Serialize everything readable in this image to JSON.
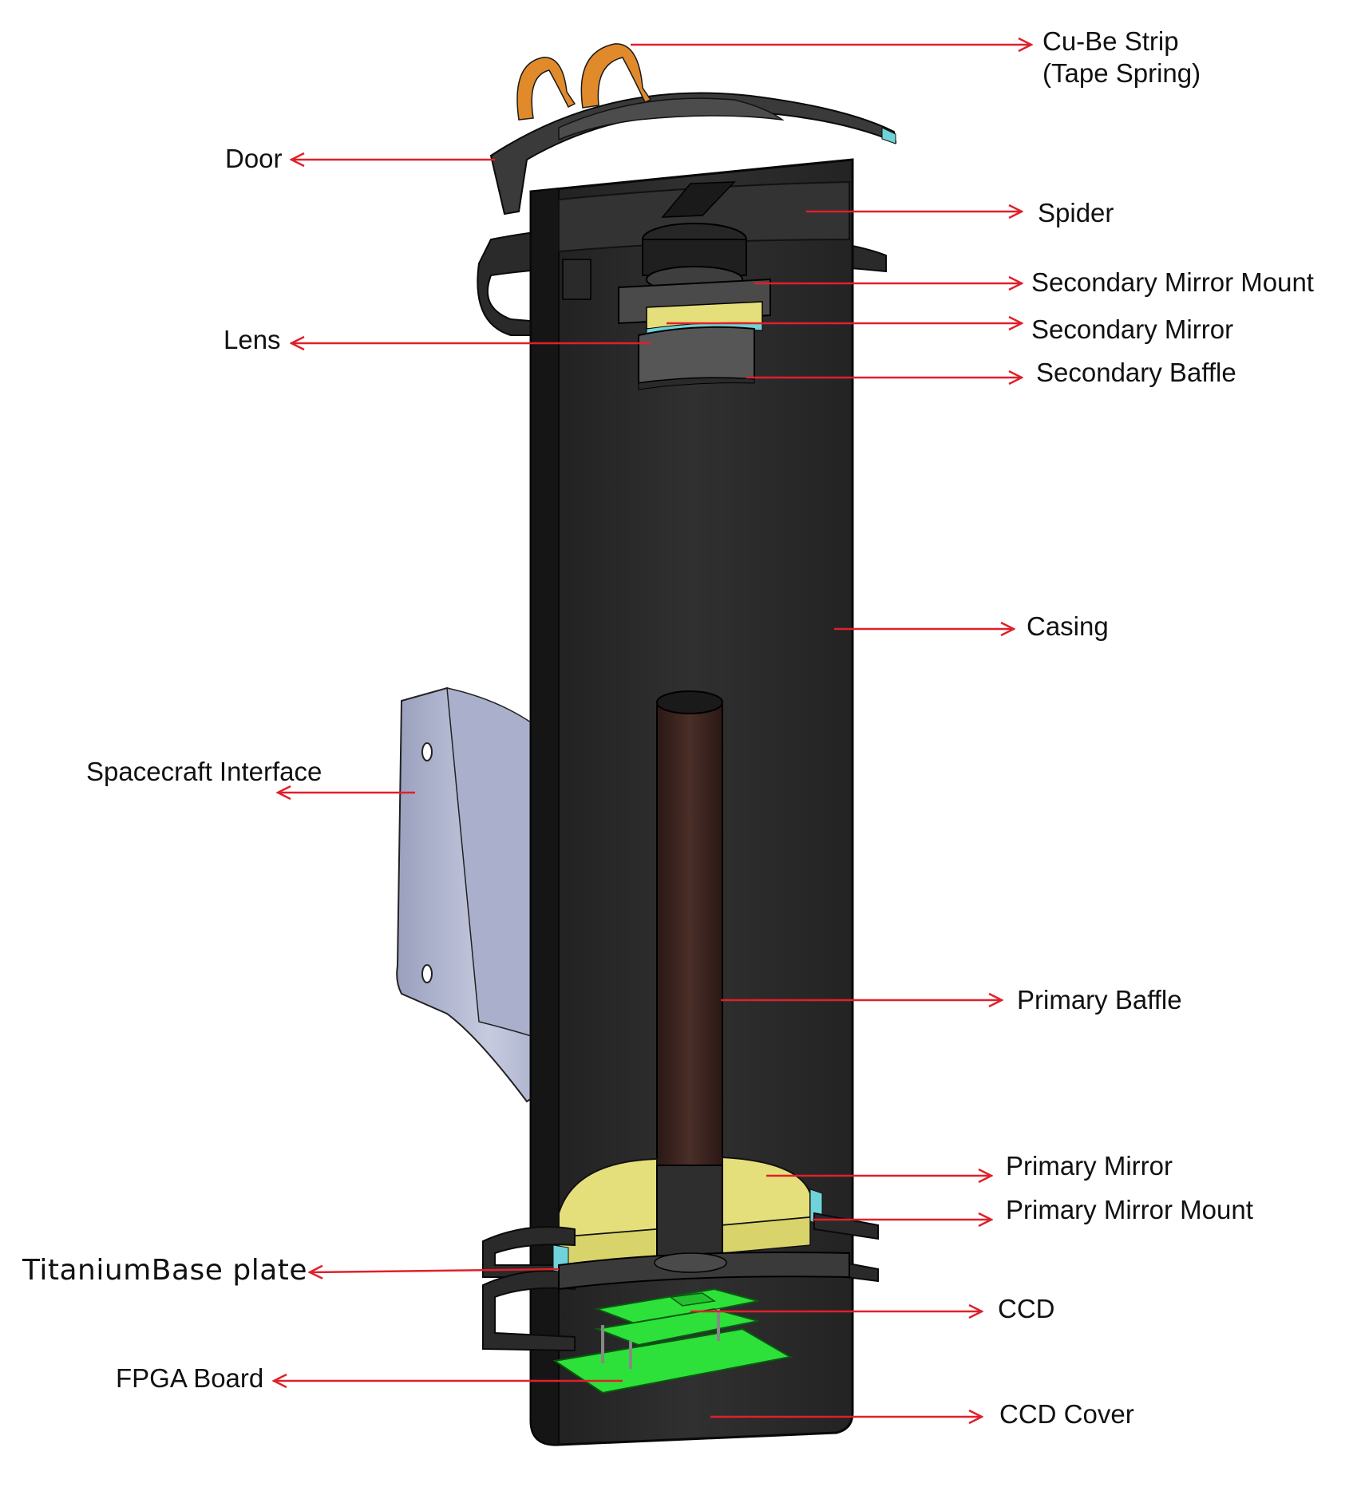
{
  "colors": {
    "casing": "#2b2b2b",
    "casing_edge": "#0c0c0c",
    "interior": "#3a3a3a",
    "primary_baffle": "#3a2420",
    "mirror": "#e4df7a",
    "mount": "#6fd3d9",
    "pcb": "#2de13a",
    "interface_plate": "#b7bdd6",
    "tape_spring": "#e08a2c",
    "leader": "#e0202a"
  },
  "labels": {
    "cube_strip_line1": "Cu-Be Strip",
    "cube_strip_line2": "(Tape Spring)",
    "door": "Door",
    "spider": "Spider",
    "secondary_mirror_mount": "Secondary Mirror Mount",
    "secondary_mirror": "Secondary Mirror",
    "lens": "Lens",
    "secondary_baffle": "Secondary Baffle",
    "casing": "Casing",
    "spacecraft_interface": "Spacecraft Interface",
    "primary_baffle": "Primary Baffle",
    "primary_mirror": "Primary Mirror",
    "primary_mirror_mount": "Primary Mirror Mount",
    "titanium_base_plate": "TitaniumBase plate",
    "ccd": "CCD",
    "fpga_board": "FPGA Board",
    "ccd_cover": "CCD Cover"
  }
}
